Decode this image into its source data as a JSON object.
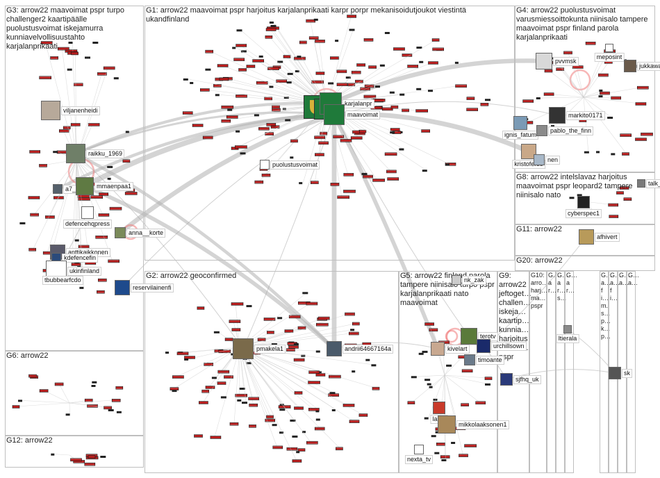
{
  "groups": [
    {
      "id": "G3",
      "title": "G3: arrow22 maavoimat pspr turpo challenger2 kaartipäälle puolustusvoimat iskejamurra kunniavelvollisuustahto karjalanprikaati"
    },
    {
      "id": "G1",
      "title": "G1: arrow22 maavoimat pspr harjoitus karjalanprikaati karpr porpr mekanisoidutjoukot viestintä ukandfinland"
    },
    {
      "id": "G4",
      "title": "G4: arrow22 puolustusvoimat varusmiessoittokunta niinisalo tampere maavoimat pspr finland parola karjalanprikaati"
    },
    {
      "id": "G8",
      "title": "G8: arrow22 intelslavaz harjoitus maavoimat pspr leopard2 tampere niinisalo nato"
    },
    {
      "id": "G11",
      "title": "G11: arrow22"
    },
    {
      "id": "G20",
      "title": "G20: arrow22"
    },
    {
      "id": "G2",
      "title": "G2: arrow22 geoconfirmed"
    },
    {
      "id": "G5",
      "title": "G5: arrow22 finland parola tampere niinisalo turpo pspr karjalanprikaati nato maavoimat"
    },
    {
      "id": "G9",
      "title": "G9: arrow22 jeftoget… challen… iskeja… kaartip… kunnia… harjoitus maavoi… pspr"
    },
    {
      "id": "G10",
      "title": "G10: arro… harj… ma… pspr"
    },
    {
      "id": "G6",
      "title": "G6: arrow22"
    },
    {
      "id": "G12",
      "title": "G12: arrow22"
    },
    {
      "id": "Gs1",
      "title": "G… ar…"
    },
    {
      "id": "Gs2",
      "title": "G… ar… s…"
    },
    {
      "id": "Gs3",
      "title": "G… ar…"
    },
    {
      "id": "Gs4",
      "title": "G… a… fi… m.s… p… k… p…"
    },
    {
      "id": "Gs5",
      "title": "G… a… fi…"
    },
    {
      "id": "Gs6",
      "title": "G… a…"
    },
    {
      "id": "Gs7",
      "title": "G… a…"
    }
  ],
  "nodes": [
    {
      "id": "viljanenheidi",
      "label": "viljanenheidi",
      "color": "#b7a99a"
    },
    {
      "id": "raikku_1969",
      "label": "raikku_1969",
      "color": "#6f7f68"
    },
    {
      "id": "a7",
      "label": "a7_",
      "color": "#55606b"
    },
    {
      "id": "mmaenpaa1",
      "label": "mmaenpaa1",
      "color": "#5f7a43"
    },
    {
      "id": "defencehqpress",
      "label": "defencehqpress",
      "color": "#ffffff"
    },
    {
      "id": "anna__korte",
      "label": "anna__korte",
      "color": "#7a8a5a"
    },
    {
      "id": "anttikaikkonen",
      "label": "anttikaikkonen",
      "color": "#5a5a6a"
    },
    {
      "id": "kdefencefin",
      "label": "kdefencefin",
      "color": "#2b4a7a"
    },
    {
      "id": "ukinfinland",
      "label": "ukinfinland",
      "color": "#ffffff"
    },
    {
      "id": "tbubbearfcdo",
      "label": "tbubbearfcdo",
      "color": "#8a8a8a"
    },
    {
      "id": "reservilainenfi",
      "label": "reservilainenfi",
      "color": "#1e4a8c"
    },
    {
      "id": "karjalanpr",
      "label": "karjalanpr",
      "color": "#1f7a3a"
    },
    {
      "id": "maavoimat",
      "label": "maavoimat",
      "color": "#1f7a3a"
    },
    {
      "id": "puolustusvoimat",
      "label": "puolustusvoimat",
      "color": "#ffffff"
    },
    {
      "id": "pvvmsk",
      "label": "pvvmsk",
      "color": "#d8d8d8"
    },
    {
      "id": "meposint",
      "label": "meposint",
      "color": "#ffffff"
    },
    {
      "id": "jukkawallin",
      "label": "jukkawallin",
      "color": "#6a5a4a"
    },
    {
      "id": "markito0171",
      "label": "markito0171",
      "color": "#333333"
    },
    {
      "id": "ignis_fatum",
      "label": "ignis_fatum",
      "color": "#7a9ab5"
    },
    {
      "id": "pablo_the_finn",
      "label": "pablo_the_finn",
      "color": "#8a8a8a"
    },
    {
      "id": "kristoferso",
      "label": "kristoferso",
      "color": "#c9a888"
    },
    {
      "id": "nen",
      "label": "nen",
      "color": "#a8b8c8"
    },
    {
      "id": "talk_fi",
      "label": "talk_fi",
      "color": "#7a7a7a"
    },
    {
      "id": "cyberspec1",
      "label": "cyberspec1",
      "color": "#222222"
    },
    {
      "id": "afhivert",
      "label": "afhivert",
      "color": "#b89a5a"
    },
    {
      "id": "pmakela1",
      "label": "pmakela1",
      "color": "#7a6a4a"
    },
    {
      "id": "andrii64667164a",
      "label": "andrii64667164a",
      "color": "#4a5a6a"
    },
    {
      "id": "nk_zak",
      "label": "nk_zak",
      "color": "#cccccc"
    },
    {
      "id": "kivelart",
      "label": "kivelart",
      "color": "#c8a890"
    },
    {
      "id": "terotv",
      "label": "terotv",
      "color": "#5a7a3a"
    },
    {
      "id": "timoante",
      "label": "timoante",
      "color": "#6a7a8a"
    },
    {
      "id": "urchillsown",
      "label": "urchillsown",
      "color": "#1a2a6a"
    },
    {
      "id": "sjfhq_uk",
      "label": "sjfhq_uk",
      "color": "#2a3a7a"
    },
    {
      "id": "labia",
      "label": "labia",
      "color": "#c83a2a"
    },
    {
      "id": "mikkolaaksonen1",
      "label": "mikkolaaksonen1",
      "color": "#a8885a"
    },
    {
      "id": "nexta_tv",
      "label": "nexta_tv",
      "color": "#ffffff"
    },
    {
      "id": "ltierala",
      "label": "ltierala",
      "color": "#8a8a8a"
    },
    {
      "id": "sk",
      "label": "sk",
      "color": "#555555"
    }
  ],
  "colors": {
    "edge": "#9a9a9a",
    "heavy_edge": "#b0b0b0",
    "highlight": "#f07070",
    "leaf": "#222222",
    "leaf_red": "#b81e1e",
    "border": "#bfbfbf"
  }
}
